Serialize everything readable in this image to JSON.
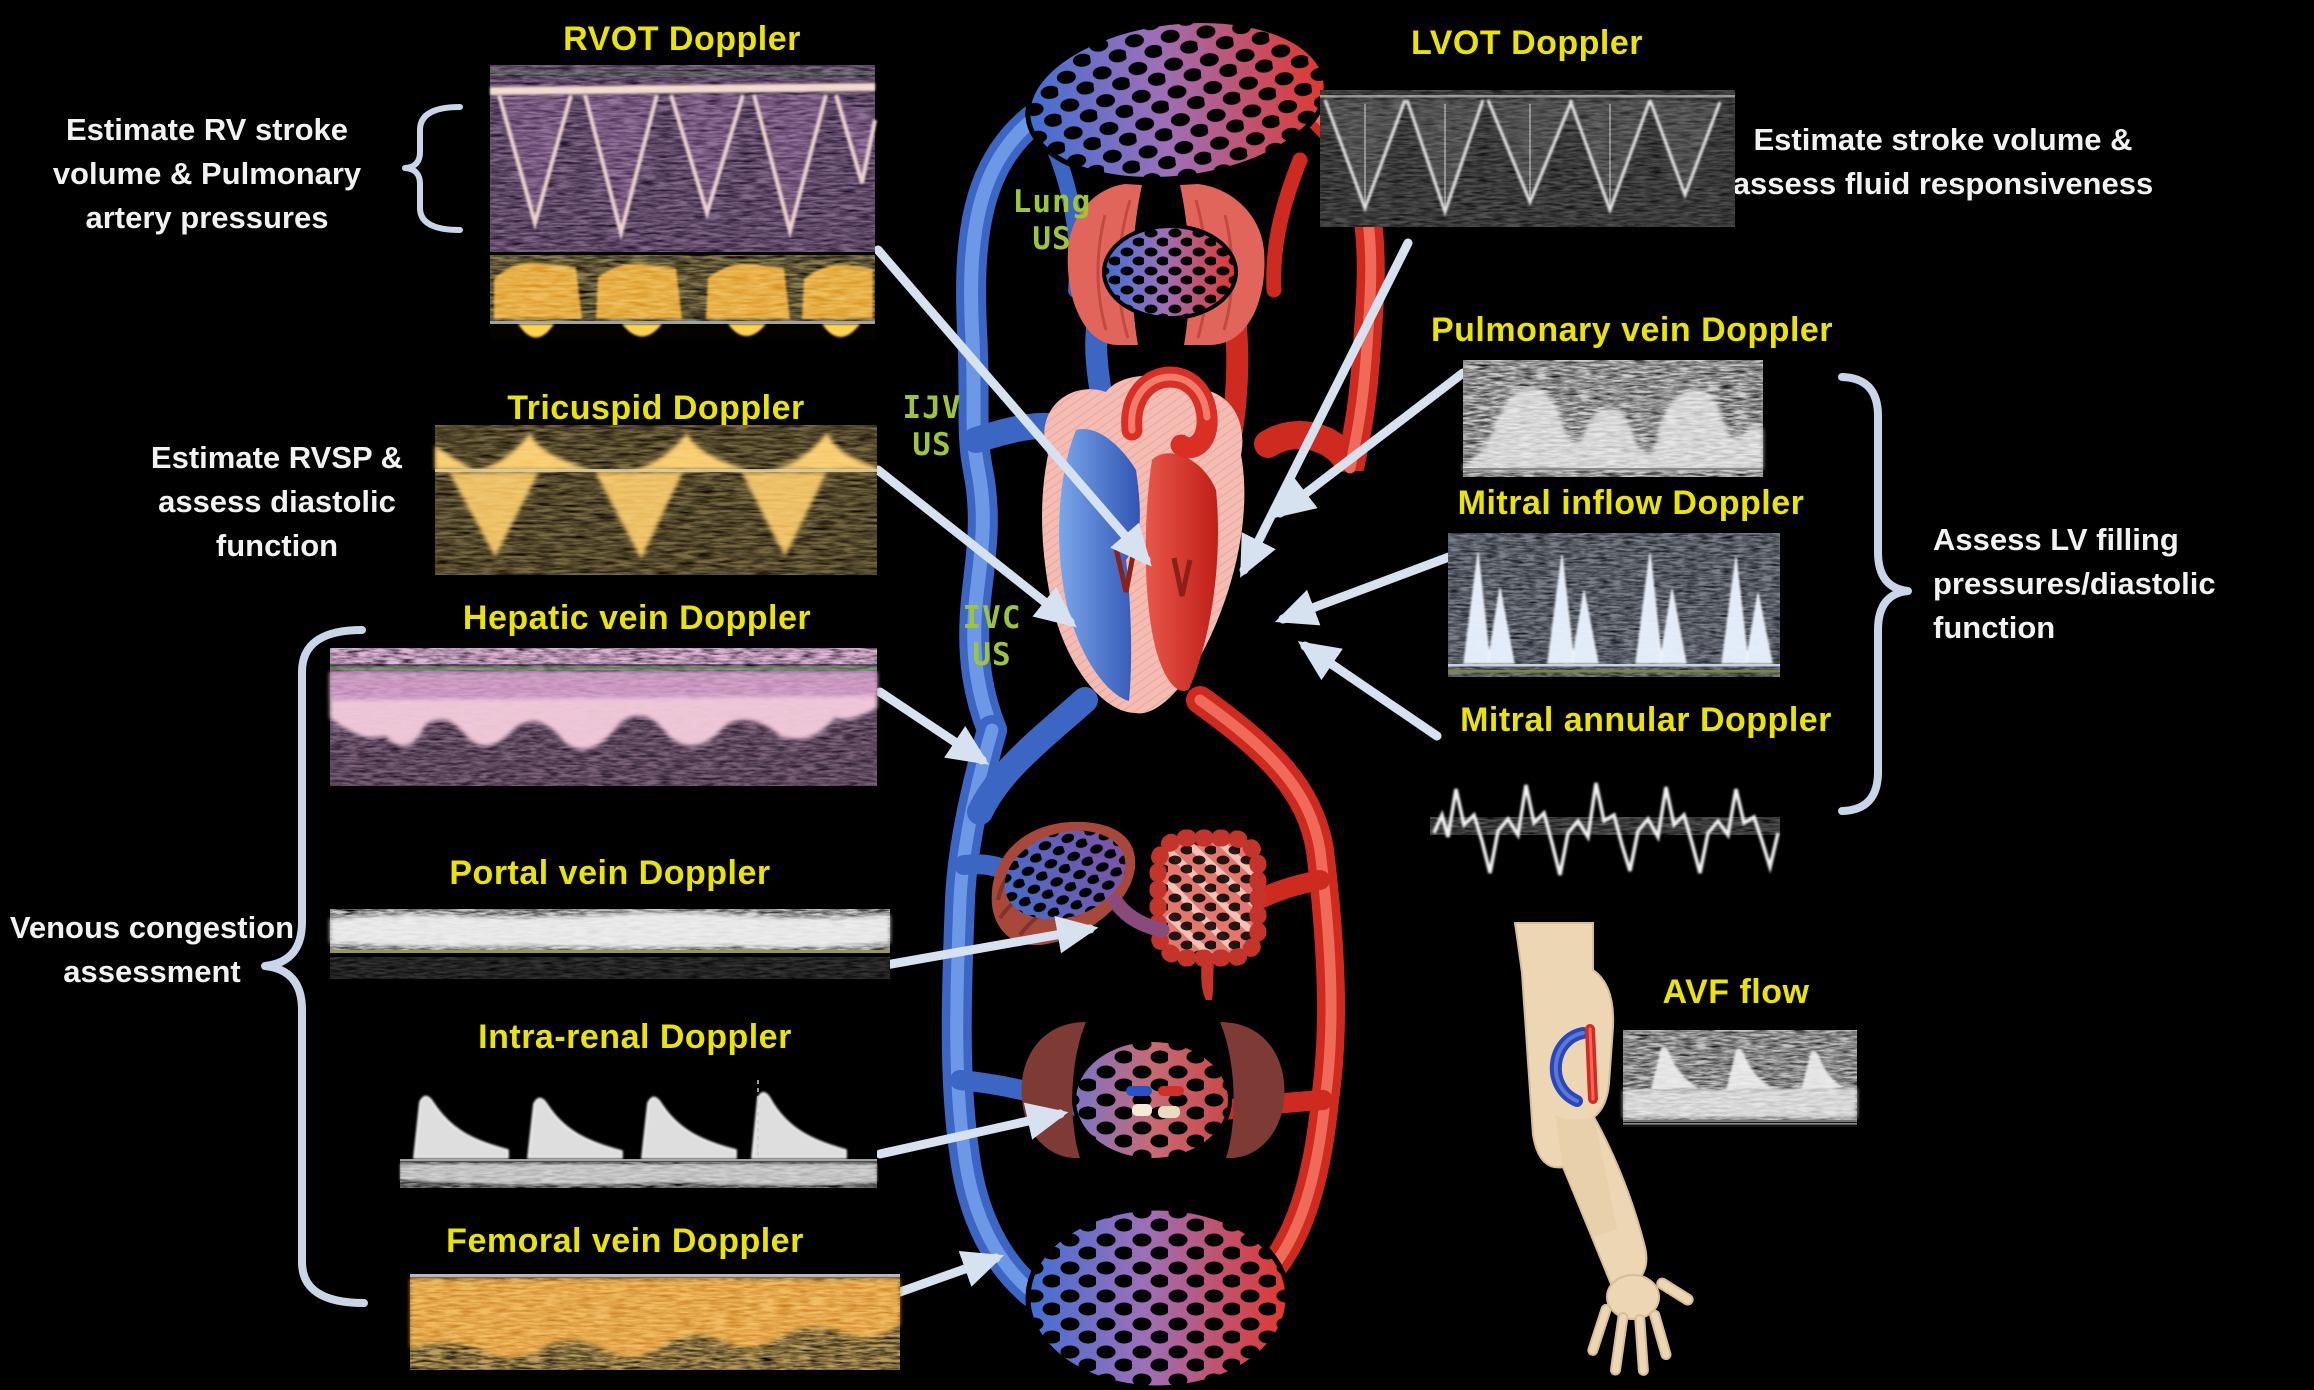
{
  "figure": {
    "description": "Whole-body point-of-care ultrasound / Doppler assessment diagram of the circulation",
    "background": "#000000"
  },
  "doppler_labels": {
    "rvot": "RVOT Doppler",
    "lvot": "LVOT Doppler",
    "tricuspid": "Tricuspid Doppler",
    "pulmonary_vein": "Pulmonary vein Doppler",
    "mitral_inflow": "Mitral inflow Doppler",
    "mitral_annular": "Mitral annular Doppler",
    "hepatic_vein": "Hepatic vein Doppler",
    "portal_vein": "Portal vein Doppler",
    "intra_renal": "Intra-renal Doppler",
    "femoral_vein": "Femoral vein Doppler",
    "avf": "AVF flow"
  },
  "us_labels": {
    "lung": {
      "lines": [
        "Lung",
        "US"
      ]
    },
    "ijv": {
      "lines": [
        "IJV",
        "US"
      ]
    },
    "ivc": {
      "lines": [
        "IVC",
        "US"
      ]
    }
  },
  "annotations": {
    "rv_stroke": {
      "lines": [
        "Estimate RV stroke",
        "volume & Pulmonary",
        "artery pressures"
      ]
    },
    "rvsp": {
      "lines": [
        "Estimate RVSP &",
        "assess diastolic",
        "function"
      ]
    },
    "venous": {
      "lines": [
        "Venous congestion",
        "assessment"
      ]
    },
    "stroke_volume": {
      "lines": [
        "Estimate stroke volume &",
        "assess fluid responsiveness"
      ]
    },
    "lv_filling": {
      "lines": [
        "Assess LV filling",
        "pressures/diastolic",
        "function"
      ]
    }
  },
  "colors": {
    "background": "#000000",
    "doppler_label_yellow": "#e9e400",
    "us_label_green": "#9dc53c",
    "annotation_white": "#f2f2f2",
    "arrow_brace": "#d6e2f0",
    "artery_red": "#e23b30",
    "vein_blue": "#4b7fd8",
    "heart_wall_pink": "#f4bcb2",
    "skin": "#ecd6b4"
  }
}
